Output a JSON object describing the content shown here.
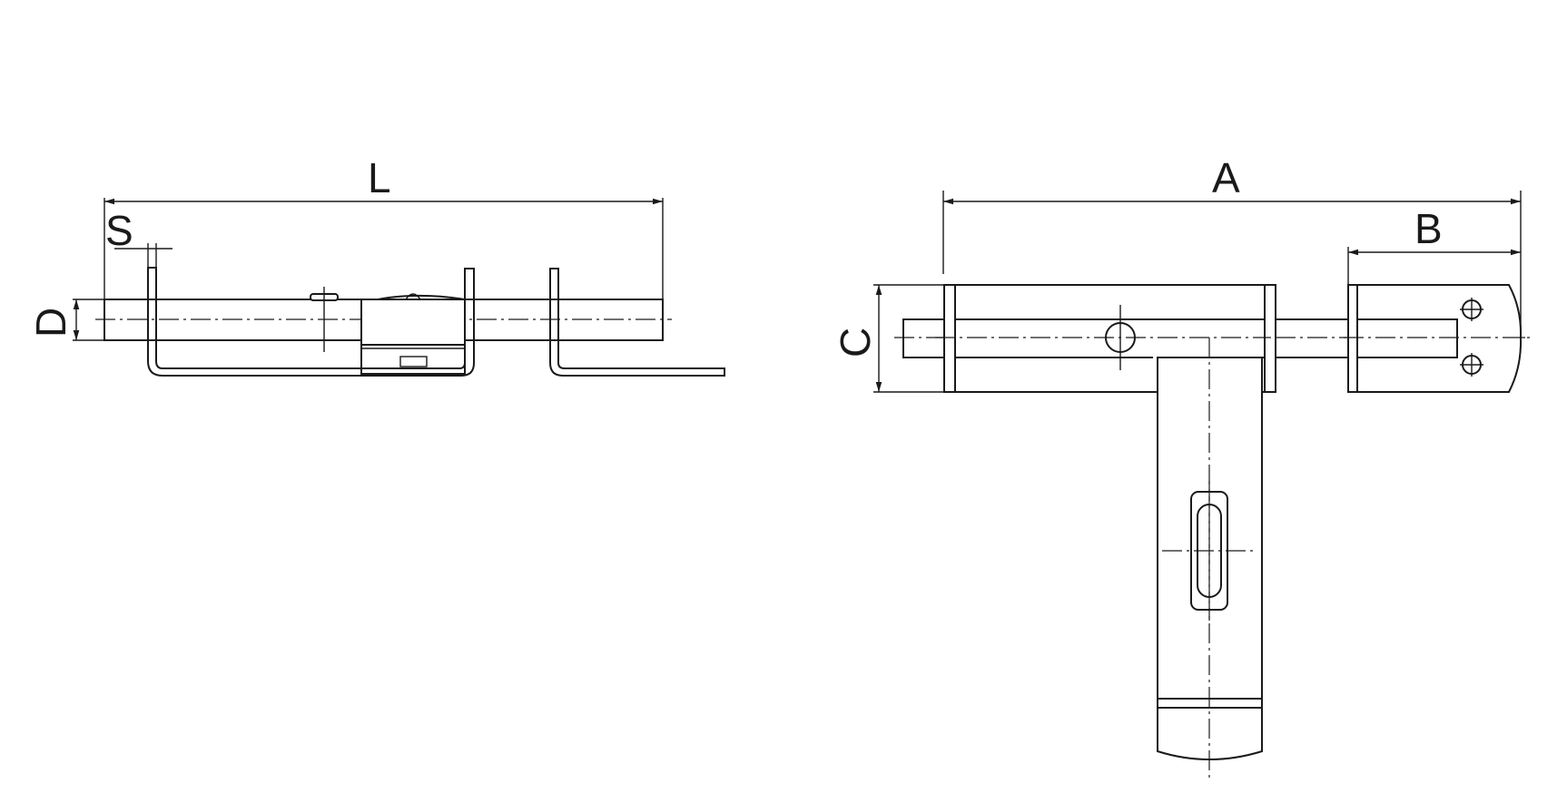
{
  "labels": {
    "L": "L",
    "S": "S",
    "D": "D",
    "A": "A",
    "B": "B",
    "C": "C"
  }
}
